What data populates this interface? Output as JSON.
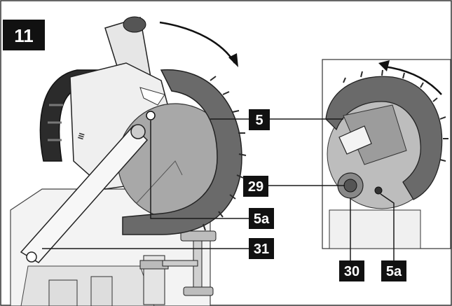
{
  "figure": {
    "number": "11"
  },
  "callouts": {
    "c5": "5",
    "c5a_main": "5a",
    "c29": "29",
    "c31": "31",
    "c30": "30",
    "c5a_inset": "5a"
  },
  "colors": {
    "label_bg": "#111111",
    "label_text": "#ffffff",
    "line": "#1a1a1a",
    "guard": "#6a6a6a",
    "blade": "#a8a8a8",
    "machine": "#e9e9e9"
  }
}
